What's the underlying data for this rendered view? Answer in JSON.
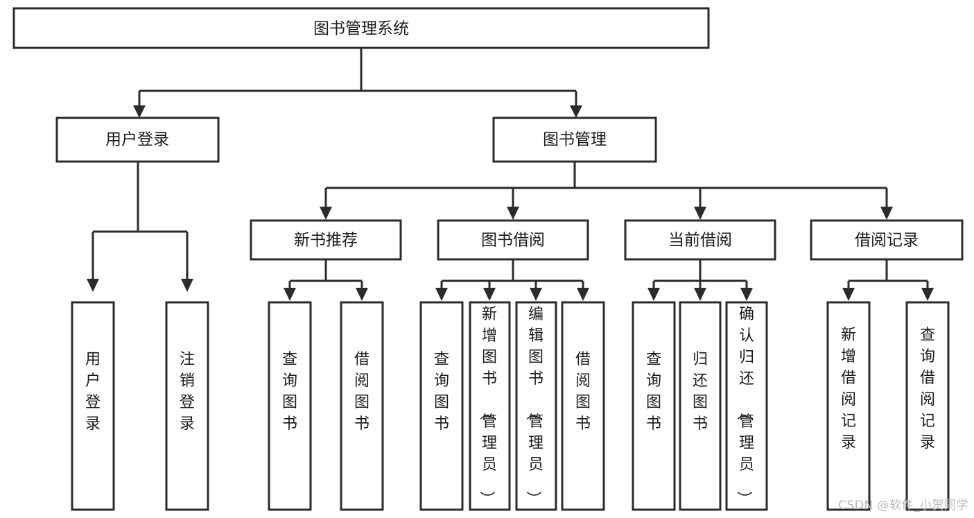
{
  "diagram": {
    "type": "tree-hierarchy-chart",
    "title": "图书管理系统",
    "watermark": "CSDN @软件_小贺同学",
    "colors": {
      "stroke": "#2b2b2b",
      "fill": "#ffffff",
      "text": "#1b1b1b",
      "watermark": "#b9b9b9"
    },
    "levels": {
      "root": {
        "label": "图书管理系统"
      },
      "level2": [
        {
          "id": "user-login",
          "label": "用户登录"
        },
        {
          "id": "book-management",
          "label": "图书管理"
        }
      ],
      "level3": [
        {
          "id": "new-book-recommend",
          "label": "新书推荐",
          "parent": "book-management"
        },
        {
          "id": "book-borrow",
          "label": "图书借阅",
          "parent": "book-management"
        },
        {
          "id": "current-borrow",
          "label": "当前借阅",
          "parent": "book-management"
        },
        {
          "id": "borrow-record",
          "label": "借阅记录",
          "parent": "book-management"
        }
      ],
      "leaves": [
        {
          "id": "leaf-user-login",
          "label": "用户登录",
          "parent": "user-login"
        },
        {
          "id": "leaf-user-logout",
          "label": "注销登录",
          "parent": "user-login"
        },
        {
          "id": "leaf-query-book-1",
          "label": "查询图书",
          "parent": "new-book-recommend"
        },
        {
          "id": "leaf-borrow-book-1",
          "label": "借阅图书",
          "parent": "new-book-recommend"
        },
        {
          "id": "leaf-query-book-2",
          "label": "查询图书",
          "parent": "book-borrow"
        },
        {
          "id": "leaf-add-book",
          "label": "新增图书（管理员）",
          "parent": "book-borrow"
        },
        {
          "id": "leaf-edit-book",
          "label": "编辑图书（管理员）",
          "parent": "book-borrow"
        },
        {
          "id": "leaf-borrow-book-2",
          "label": "借阅图书",
          "parent": "book-borrow"
        },
        {
          "id": "leaf-query-book-3",
          "label": "查询图书",
          "parent": "current-borrow"
        },
        {
          "id": "leaf-return-book",
          "label": "归还图书",
          "parent": "current-borrow"
        },
        {
          "id": "leaf-confirm-return",
          "label": "确认归还（管理员）",
          "parent": "current-borrow"
        },
        {
          "id": "leaf-add-record",
          "label": "新增借阅记录",
          "parent": "borrow-record"
        },
        {
          "id": "leaf-query-record",
          "label": "查询借阅记录",
          "parent": "borrow-record"
        }
      ]
    }
  }
}
